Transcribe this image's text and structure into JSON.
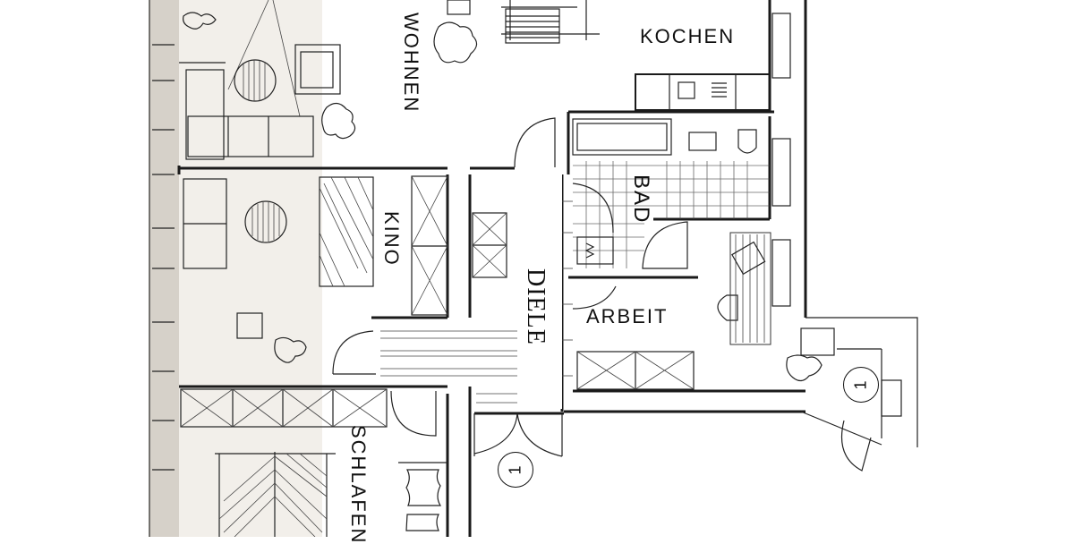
{
  "plan": {
    "type": "floor-plan",
    "style": "scanned hand-drawn architectural sketch",
    "background_color": "#ffffff",
    "paper_tint_left": "#d9d4cc",
    "line_color": "#1a1a1a"
  },
  "rooms": {
    "wohnen": {
      "label": "WOHNEN"
    },
    "kochen": {
      "label": "KOCHEN"
    },
    "bad": {
      "label": "BAD"
    },
    "kino": {
      "label": "KINO"
    },
    "diele": {
      "label": "DIELE"
    },
    "arbeit": {
      "label": "ARBEIT"
    },
    "schlafen": {
      "label": "SCHLAFEN"
    }
  },
  "markers": [
    {
      "label": "1",
      "location": "entrance below DIELE"
    },
    {
      "label": "1",
      "location": "right side near ARBEIT"
    }
  ]
}
